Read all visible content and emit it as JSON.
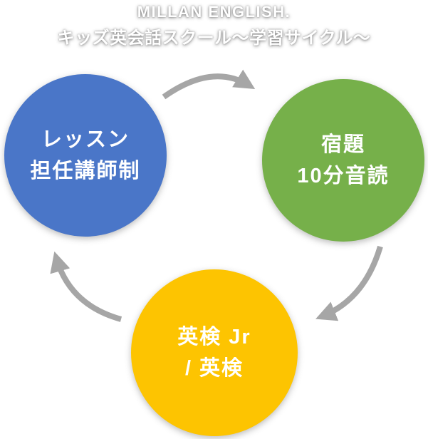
{
  "title": {
    "line1": "MILLAN ENGLISH.",
    "line2": "キッズ英会話スクール〜学習サイクル〜"
  },
  "diagram": {
    "type": "cycle",
    "nodes": [
      {
        "id": "lesson",
        "line1": "レッスン",
        "line2": "担任講師制",
        "color": "#4A76C8"
      },
      {
        "id": "homework",
        "line1": "宿題",
        "line2": "10分音読",
        "color": "#76B04A"
      },
      {
        "id": "eiken",
        "line1": "英検 Jr",
        "line2": "/ 英検",
        "color": "#FDC401"
      }
    ],
    "arrows": [
      {
        "from": "lesson",
        "to": "homework"
      },
      {
        "from": "homework",
        "to": "eiken"
      },
      {
        "from": "eiken",
        "to": "lesson"
      }
    ],
    "arrow_color": "#A6A6A6"
  },
  "colors": {
    "background": "#FFFFFF",
    "node_text": "#FFFFFF",
    "title_text": "#FFFFFF"
  }
}
